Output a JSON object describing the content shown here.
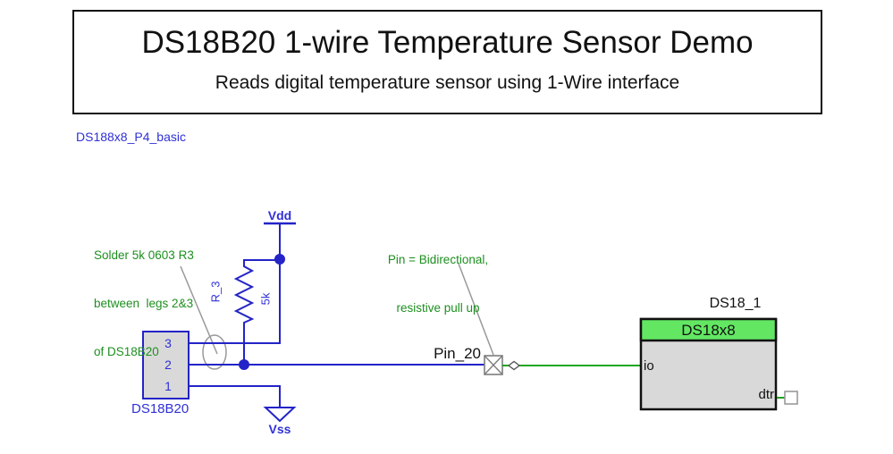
{
  "title_block": {
    "title": "DS18B20 1-wire Temperature Sensor Demo",
    "subtitle": "Reads digital temperature sensor using 1-Wire interface"
  },
  "sheet_label": "DS188x8_P4_basic",
  "annotations": {
    "solder_note": {
      "lines": [
        "Solder 5k 0603 R3",
        "between  legs 2&3",
        "of DS18B20"
      ]
    },
    "pin_note": {
      "lines": [
        "Pin = Bidirectional,",
        "resistive pull up"
      ]
    }
  },
  "power": {
    "vdd_label": "Vdd",
    "vss_label": "Vss"
  },
  "resistor": {
    "ref": "R_3",
    "value": "5k"
  },
  "sensor": {
    "ref": "DS18B20",
    "pins": [
      "3",
      "2",
      "1"
    ]
  },
  "net_port": {
    "label": "Pin_20"
  },
  "component": {
    "ref": "DS18_1",
    "name": "DS18x8",
    "pin_in": "io",
    "pin_out": "dtr"
  },
  "colors": {
    "wire_blue": "#2323c8",
    "wire_green": "#009c00",
    "label_blue": "#3030d8",
    "annotation_green": "#1d8f1f",
    "annotation_gray": "#999999",
    "component_header_green": "#63e763",
    "component_body_gray": "#d9d9d9",
    "border_black": "#111111"
  }
}
